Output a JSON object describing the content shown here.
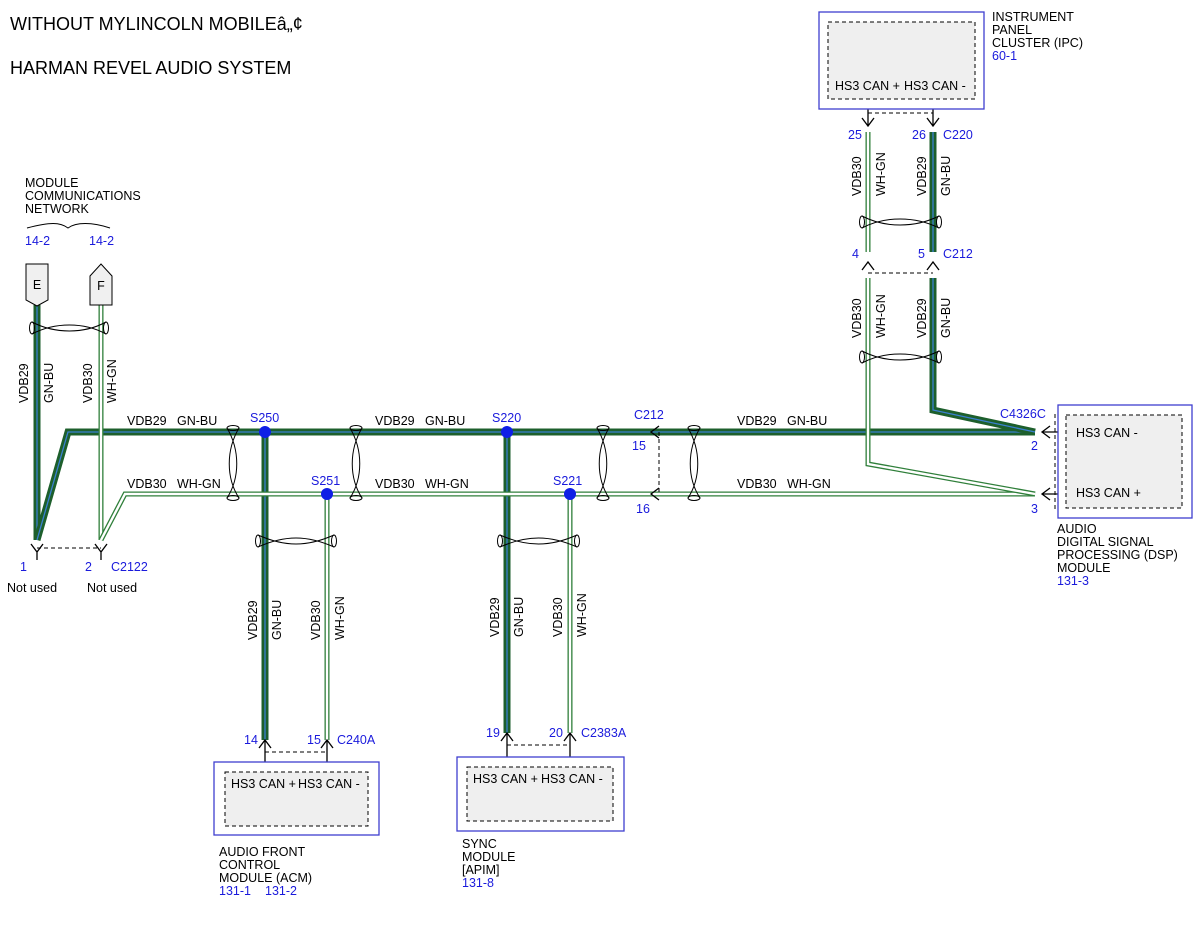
{
  "header": {
    "title_line1": "WITHOUT MYLINCOLN MOBILEâ„¢",
    "title_line2": "HARMAN REVEL AUDIO SYSTEM"
  },
  "colors": {
    "wire_gn_bu": "#1d5f2c",
    "wire_gn_bu_stripe": "#3a7fd0",
    "wire_wh_gn": "#2f7f3a",
    "splice_blue": "#0f1fe6",
    "module_border": "#3f3fd0",
    "ref_blue": "#1a1adc"
  },
  "network": {
    "label_line1": "MODULE",
    "label_line2": "COMMUNICATIONS",
    "label_line3": "NETWORK",
    "ref_e": "14-2",
    "ref_f": "14-2",
    "conn_e": "E",
    "conn_f": "F",
    "wire_e_circuit": "VDB29",
    "wire_e_color": "GN-BU",
    "wire_f_circuit": "VDB30",
    "wire_f_color": "WH-GN",
    "pin1": "1",
    "pin2": "2",
    "connector": "C2122",
    "pin1_note": "Not used",
    "pin2_note": "Not used"
  },
  "bus": {
    "circuit_plus": "VDB29",
    "color_plus": "GN-BU",
    "circuit_minus": "VDB30",
    "color_minus": "WH-GN"
  },
  "splices": {
    "s250": "S250",
    "s251": "S251",
    "s220": "S220",
    "s221": "S221"
  },
  "inline_connector": {
    "name": "C212",
    "pin_top": "15",
    "pin_bottom": "16"
  },
  "ipc": {
    "label_line1": "INSTRUMENT",
    "label_line2": "PANEL",
    "label_line3": "CLUSTER (IPC)",
    "ref": "60-1",
    "pin_plus_label": "HS3 CAN +",
    "pin_minus_label": "HS3 CAN -",
    "conn_upper": "C220",
    "pin_upper_left": "25",
    "pin_upper_right": "26",
    "conn_lower": "C212",
    "pin_lower_left": "4",
    "pin_lower_right": "5",
    "wire_left_circuit": "VDB30",
    "wire_left_color": "WH-GN",
    "wire_right_circuit": "VDB29",
    "wire_right_color": "GN-BU"
  },
  "dsp": {
    "label_line1": "AUDIO",
    "label_line2": "DIGITAL SIGNAL",
    "label_line3": "PROCESSING (DSP)",
    "label_line4": "MODULE",
    "ref": "131-3",
    "connector": "C4326C",
    "pin_minus": "2",
    "pin_plus": "3",
    "pin_minus_label": "HS3 CAN -",
    "pin_plus_label": "HS3 CAN +"
  },
  "acm": {
    "label_line1": "AUDIO FRONT",
    "label_line2": "CONTROL",
    "label_line3": "MODULE (ACM)",
    "ref1": "131-1",
    "ref2": "131-2",
    "connector": "C240A",
    "pin_plus": "14",
    "pin_minus": "15",
    "pin_plus_label": "HS3 CAN +",
    "pin_minus_label": "HS3 CAN -",
    "wire_left_circuit": "VDB29",
    "wire_left_color": "GN-BU",
    "wire_right_circuit": "VDB30",
    "wire_right_color": "WH-GN"
  },
  "sync": {
    "label_line1": "SYNC",
    "label_line2": "MODULE",
    "label_line3": "[APIM]",
    "ref": "131-8",
    "connector": "C2383A",
    "pin_plus": "19",
    "pin_minus": "20",
    "pin_plus_label": "HS3 CAN +",
    "pin_minus_label": "HS3 CAN -",
    "wire_left_circuit": "VDB29",
    "wire_left_color": "GN-BU",
    "wire_right_circuit": "VDB30",
    "wire_right_color": "WH-GN"
  }
}
